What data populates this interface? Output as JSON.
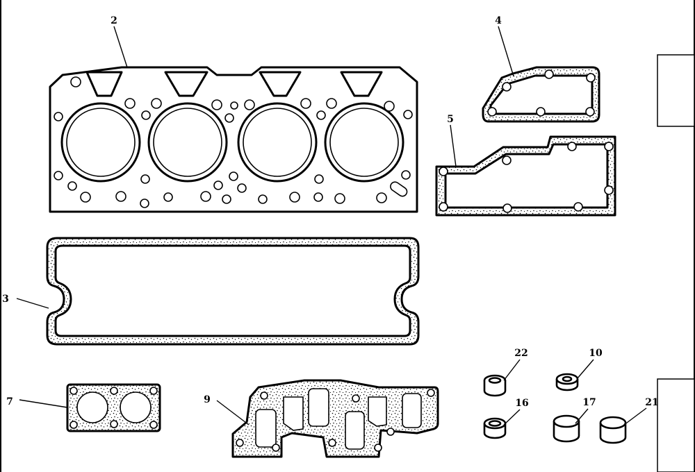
{
  "labels": {
    "p2": "2",
    "p3": "3",
    "p4": "4",
    "p5": "5",
    "p7": "7",
    "p9": "9",
    "p10": "10",
    "p16": "16",
    "p17": "17",
    "p21": "21",
    "p22": "22"
  }
}
